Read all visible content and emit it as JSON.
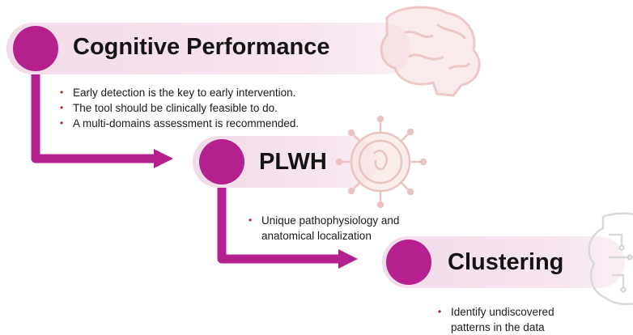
{
  "steps": [
    {
      "title": "Cognitive Performance",
      "icon": "brain-icon",
      "bullets": [
        "Early detection is the key to early intervention.",
        "The tool should be clinically feasible to do.",
        "A multi-domains assessment is recommended."
      ]
    },
    {
      "title": "PLWH",
      "icon": "virus-icon",
      "bullets": [
        "Unique pathophysiology and",
        "anatomical localization"
      ]
    },
    {
      "title": "Clustering",
      "icon": "circuit-brain-icon",
      "bullets": [
        "Identify undiscovered",
        "patterns in the data"
      ]
    }
  ],
  "colors": {
    "accent": "#b5208f",
    "pill": "#f6e4ef",
    "bullet": "#c0162a",
    "icon": "#efc9c7"
  }
}
